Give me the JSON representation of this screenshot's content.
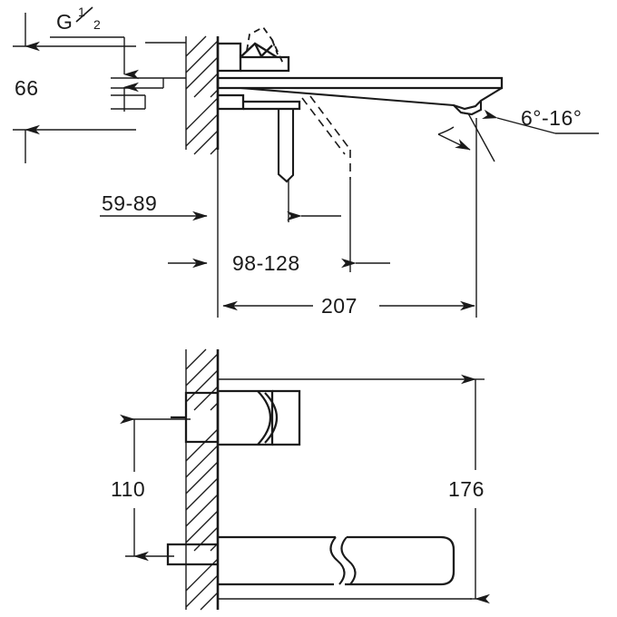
{
  "drawing": {
    "title": "Wall-mounted basin mixer technical dimension drawing",
    "line_color": "#1a1a1a",
    "background_color": "#ffffff",
    "views": [
      {
        "name": "side-elevation-view",
        "position": "top"
      },
      {
        "name": "plan-section-view",
        "position": "bottom"
      }
    ]
  },
  "dimensions": {
    "thread_spec": "G",
    "thread_fraction_numerator": "1",
    "thread_fraction_denominator": "2",
    "inlet_spacing": "66",
    "wall_depth_range": "59-89",
    "projection_range": "98-128",
    "spout_projection": "207",
    "spray_angle": "6°-16°",
    "handle_height": "110",
    "total_height": "176"
  },
  "labels": [
    {
      "id": "thread",
      "text": "G",
      "unit": "inch"
    },
    {
      "id": "inlet-spacing",
      "text": "66",
      "unit": "mm"
    },
    {
      "id": "wall-depth",
      "text": "59-89",
      "unit": "mm"
    },
    {
      "id": "projection",
      "text": "98-128",
      "unit": "mm"
    },
    {
      "id": "spout-length",
      "text": "207",
      "unit": "mm"
    },
    {
      "id": "angle",
      "text": "6°-16°",
      "unit": "degrees"
    },
    {
      "id": "handle-height",
      "text": "110",
      "unit": "mm"
    },
    {
      "id": "overall-height",
      "text": "176",
      "unit": "mm"
    }
  ]
}
